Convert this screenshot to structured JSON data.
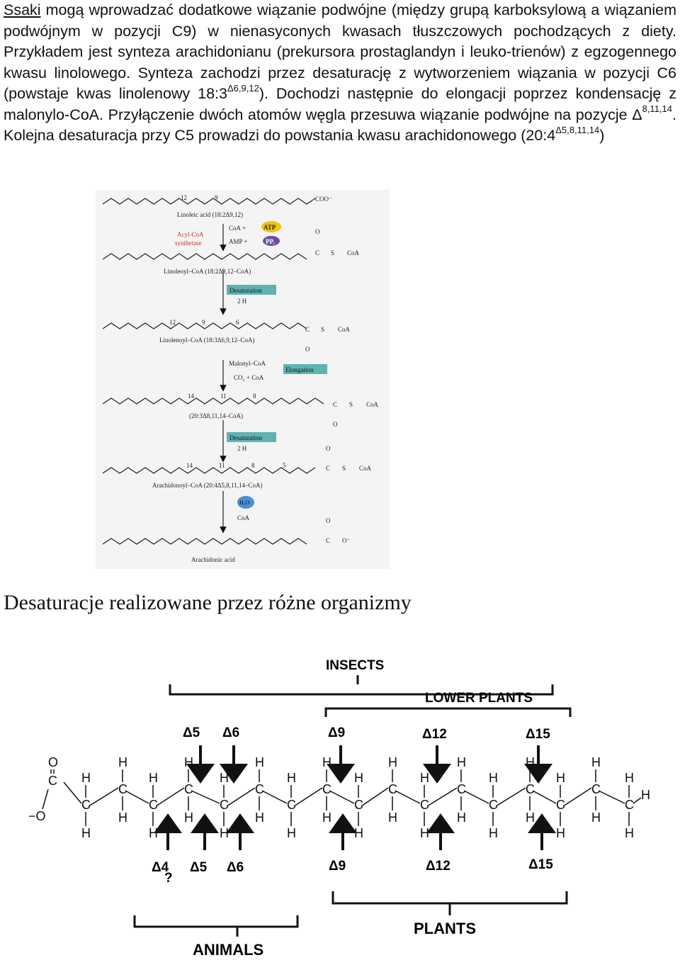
{
  "paragraph": {
    "p1_link": "Ssaki",
    "p1_rest": " mogą wprowadzać dodatkowe wiązanie podwójne (między grupą karboksylową a wiązaniem podwójnym w pozycji C9) w nienasyconych kwasach tłuszczowych pochodzących z diety. Przykładem jest synteza arachidonianu (prekursora prostaglandyn i leuko-trienów) z egzogennego kwasu linolowego. Synteza zachodzi przez desaturację z wytworzeniem wiązania w pozycji C6 (powstaje kwas linolenowy 18:3",
    "p1_sup1": "Δ6,9,12",
    "p1_mid": "). Dochodzi następnie do elongacji poprzez kondensację z malonylo-CoA. Przyłączenie dwóch atomów węgla przesuwa wiązanie podwójne na pozycje Δ",
    "p1_sup2": "8,11,14",
    "p1_end": ". Kolejna desaturacja przy C5 prowadzi do powstania kwasu arachidonowego (20:4",
    "p1_sup3": "Δ5,8,11,14",
    "p1_close": ")"
  },
  "pathway": {
    "pos12": "12",
    "pos9": "9",
    "coo": "COO⁻",
    "linoleic": "Linoleic acid (18:2Δ9,12)",
    "enzyme1": "Acyl-CoA",
    "enzyme2": "synthetase",
    "coa_plus": "CoA +",
    "atp": "ATP",
    "amp_plus": "AMP +",
    "ppi": "PPᵢ",
    "linoleoyl": "Linoleoyl–CoA (18:2Δ9,12–CoA)",
    "desaturation": "Desaturation",
    "two_h": "2 H",
    "pos6": "6",
    "linolenoyl": "Linolenoyl–CoA (18:3Δ6,9,12–CoA)",
    "malonyl": "Malonyl–CoA",
    "co2_coa": "CO₂ + CoA",
    "elongation": "Elongation",
    "pos14": "14",
    "pos11": "11",
    "pos8": "8",
    "c203": "(20:3Δ8,11,14–CoA)",
    "pos5": "5",
    "arachidonoyl": "Arachidonoyl–CoA (20:4Δ5,8,11,14–CoA)",
    "h2o": "H₂O",
    "coa": "CoA",
    "arachidonic": "Arachidonic acid",
    "o": "O",
    "c": "C",
    "s": "S",
    "coa_label": "CoA",
    "o_minus": "O⁻"
  },
  "heading": "Desaturacje realizowane przez różne organizmy",
  "desaturase_figure": {
    "insects": "INSECTS",
    "lower_plants": "LOWER PLANTS",
    "top_labels": [
      "Δ5",
      "Δ6",
      "Δ9",
      "Δ12",
      "Δ15"
    ],
    "bottom_labels": [
      "Δ4",
      "Δ5",
      "Δ6",
      "Δ9",
      "Δ12",
      "Δ15"
    ],
    "question": "?",
    "plants": "PLANTS",
    "animals": "ANIMALS",
    "atoms": {
      "c": "C",
      "h": "H",
      "o": "O",
      "o_minus": "−O"
    }
  },
  "colors": {
    "enzyme_red": "#c0392b",
    "atp_yellow": "#f1c40f",
    "ppi_purple": "#6c4fa3",
    "desat_box": "#5fb3b3",
    "h2o_blue": "#4a90d9"
  }
}
